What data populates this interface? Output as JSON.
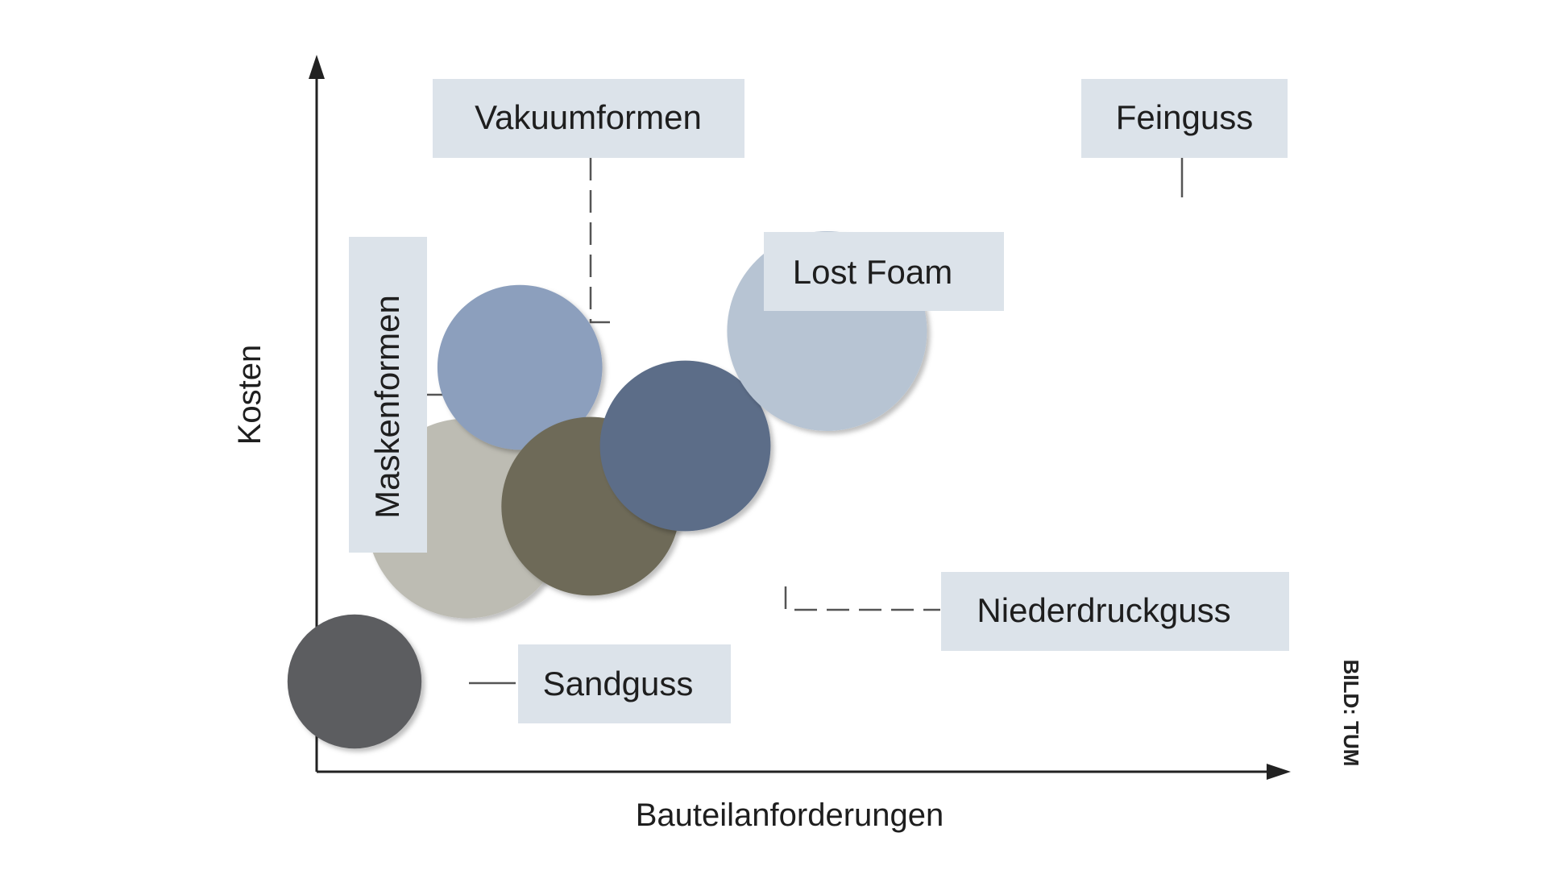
{
  "chart_data": {
    "type": "scatter",
    "title": "",
    "xlabel": "Bauteilanforderungen",
    "ylabel": "Kosten",
    "grid": false,
    "legend": "none",
    "series": [
      {
        "label": "Sandguss",
        "x": 1.0,
        "y": 1.0,
        "size": 0.45,
        "color": "#5c5d60"
      },
      {
        "label": "Maskenformen",
        "x": 2.9,
        "y": 3.7,
        "size": 1.0,
        "color": "#bdbcb3"
      },
      {
        "label": "Vakuumformen",
        "x": 3.8,
        "y": 6.2,
        "size": 0.68,
        "color": "#8c9fbd"
      },
      {
        "label": "Niederdruckguss",
        "x": 5.0,
        "y": 3.9,
        "size": 0.8,
        "color": "#6e6b58"
      },
      {
        "label": "Lost Foam",
        "x": 6.6,
        "y": 4.9,
        "size": 0.73,
        "color": "#5c6d88"
      },
      {
        "label": "Feinguss",
        "x": 9.0,
        "y": 6.8,
        "size": 1.0,
        "color": "#b7c4d3"
      }
    ]
  },
  "credit": "BILD: TUM"
}
